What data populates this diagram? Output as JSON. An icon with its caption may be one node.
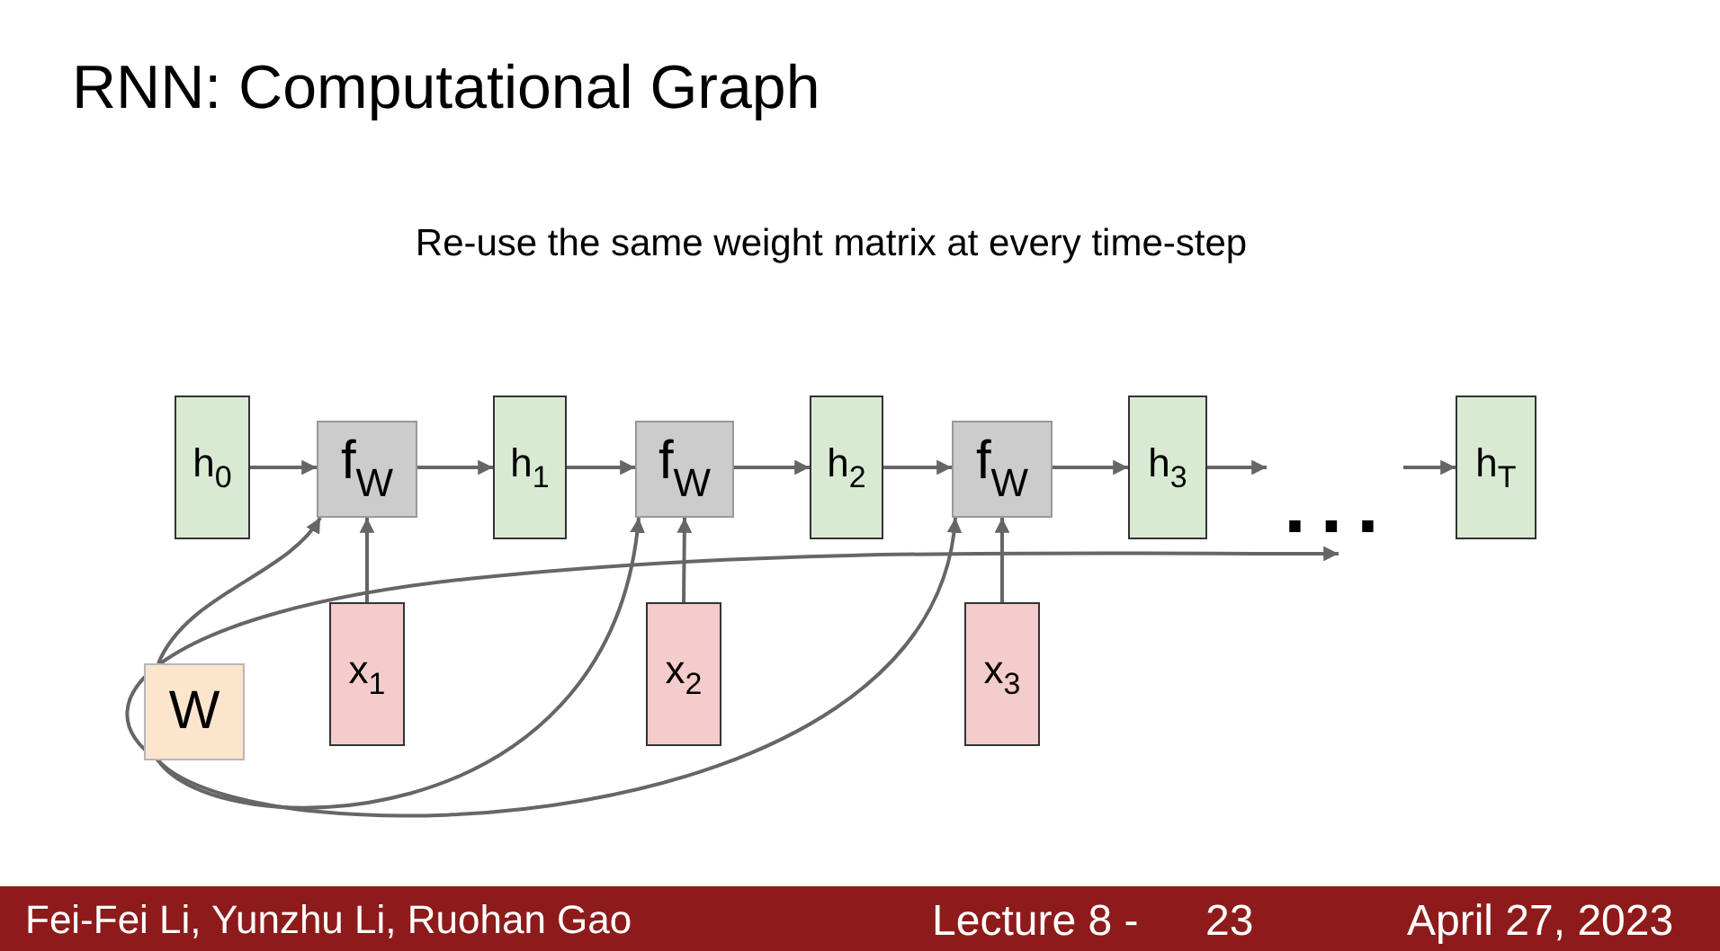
{
  "diagram": {
    "title": "RNN: Computational Graph",
    "nodes": [
      {
        "text": [
          "h$_{0}$"
        ]
      },
      {
        "text": [
          "f$_{W}$"
        ]
      },
      {
        "text": [
          "h$_{1}$"
        ]
      },
      {
        "text": [
          "f$_{W}$"
        ]
      },
      {
        "text": [
          "h$_{2}$"
        ]
      },
      {
        "text": [
          "f$_{W}$"
        ]
      },
      {
        "text": [
          "h$_{3}$"
        ]
      },
      {
        "text": [
          "..."
        ]
      },
      {
        "text": [
          "h$_{T}$"
        ]
      },
      {
        "text": [
          "x$_{1}$"
        ]
      },
      {
        "text": [
          "x$_{2}$"
        ]
      },
      {
        "text": [
          "x$_{3}$"
        ]
      },
      {
        "text": [
          "W"
        ]
      }
    ],
    "edges": [
      {
        "from": 0,
        "to": 1,
        "arrow": "to"
      },
      {
        "from": 1,
        "to": 2,
        "arrow": "to"
      },
      {
        "from": 2,
        "to": 3,
        "arrow": "to"
      },
      {
        "from": 3,
        "to": 4,
        "arrow": "to"
      },
      {
        "from": 4,
        "to": 5,
        "arrow": "to"
      },
      {
        "from": 5,
        "to": 6,
        "arrow": "to"
      },
      {
        "from": 6,
        "to": 7,
        "arrow": "to"
      },
      {
        "from": 7,
        "to": 8,
        "arrow": "to"
      },
      {
        "from": 9,
        "to": 1,
        "arrow": "to"
      },
      {
        "from": 10,
        "to": 3,
        "arrow": "to"
      },
      {
        "from": 11,
        "to": 5,
        "arrow": "to"
      },
      {
        "from": 12,
        "to": 1,
        "arrow": "to"
      },
      {
        "from": 12,
        "to": 3,
        "arrow": "to"
      },
      {
        "from": 12,
        "to": 5,
        "arrow": "to"
      },
      {
        "from": 12,
        "to": 7,
        "arrow": "to"
      }
    ],
    "labels": [
      "Re-use the same weight matrix at every time-step",
      "Fei-Fei Li, Yunzhu Li, Ruohan Gao",
      "Lecture 8 -",
      "23",
      "April 27, 2023"
    ]
  }
}
